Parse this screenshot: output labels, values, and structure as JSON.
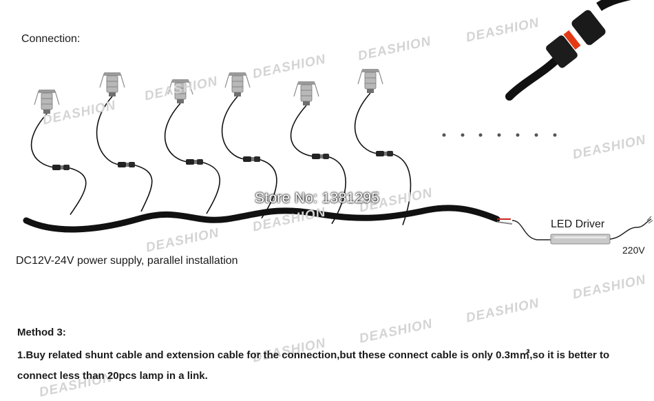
{
  "diagram": {
    "connection_title": "Connection:",
    "supply_note": "DC12V-24V power supply, parallel installation",
    "driver_label": "LED Driver",
    "voltage_label": "220V",
    "store_watermark": "Store No: 1381295",
    "brand_watermark": "DEASHION"
  },
  "method": {
    "title": "Method 3:",
    "text": "1.Buy related shunt cable and extension cable for the connection,but these connect cable is only 0.3m㎡,so it is better to connect less than 20pcs lamp in a link."
  },
  "colors": {
    "cable": "#111111",
    "lamp_body": "#b8b8b8",
    "driver_body": "#c9c9c9",
    "wire_red": "#c8261e",
    "watermark": "#d4d4d4"
  },
  "icons": [
    "spot-lamp-icon",
    "connector-icon",
    "led-driver-icon",
    "waterproof-plug-icon"
  ]
}
